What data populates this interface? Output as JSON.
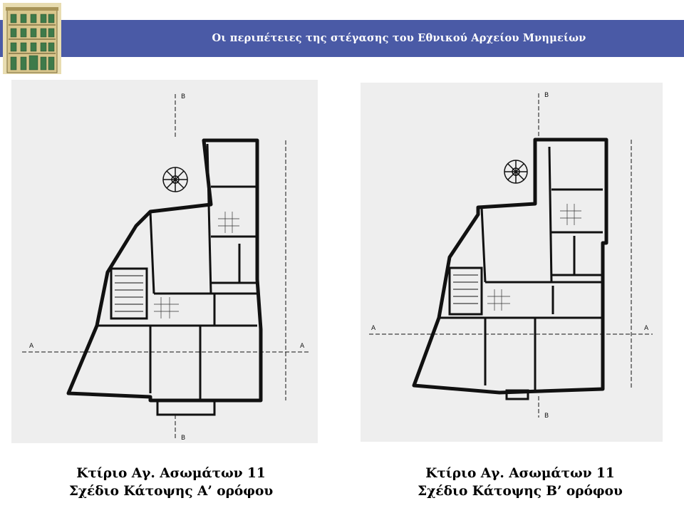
{
  "header": {
    "title": "Οι περιπέτειες της στέγασης του Εθνικού Αρχείου Μνημείων",
    "logo_icon": "building-facade-icon",
    "banner_color": "#4a5aa6"
  },
  "plans": [
    {
      "caption_line1": "Κτίριο Αγ. Ασωμάτων 11",
      "caption_line2": "Σχέδιο Κάτοψης Α’ ορόφου",
      "section_marks": [
        "A",
        "A",
        "B",
        "B"
      ]
    },
    {
      "caption_line1": "Κτίριο Αγ. Ασωμάτων 11",
      "caption_line2": "Σχέδιο Κάτοψης Β’ ορόφου",
      "section_marks": [
        "A",
        "A",
        "B",
        "B"
      ]
    }
  ]
}
